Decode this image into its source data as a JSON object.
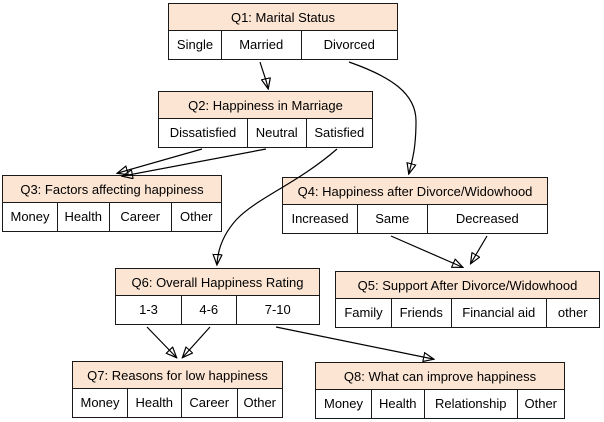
{
  "colors": {
    "background": "#ffffff",
    "node_header_fill": "#fce5d3",
    "node_cell_fill": "#ffffff",
    "border": "#1a1a1a",
    "arrow": "#000000",
    "text": "#000000"
  },
  "nodes": {
    "q1": {
      "title": "Q1: Marital Status",
      "options": [
        "Single",
        "Married",
        "Divorced"
      ]
    },
    "q2": {
      "title": "Q2: Happiness in Marriage",
      "options": [
        "Dissatisfied",
        "Neutral",
        "Satisfied"
      ]
    },
    "q3": {
      "title": "Q3: Factors affecting happiness",
      "options": [
        "Money",
        "Health",
        "Career",
        "Other"
      ]
    },
    "q4": {
      "title": "Q4: Happiness after Divorce/Widowhood",
      "options": [
        "Increased",
        "Same",
        "Decreased"
      ]
    },
    "q5": {
      "title": "Q5: Support After Divorce/Widowhood",
      "options": [
        "Family",
        "Friends",
        "Financial aid",
        "other"
      ]
    },
    "q6": {
      "title": "Q6: Overall Happiness Rating",
      "options": [
        "1-3",
        "4-6",
        "7-10"
      ]
    },
    "q7": {
      "title": "Q7: Reasons for low happiness",
      "options": [
        "Money",
        "Health",
        "Career",
        "Other"
      ]
    },
    "q8": {
      "title": "Q8: What can improve happiness",
      "options": [
        "Money",
        "Health",
        "Relationship",
        "Other"
      ]
    }
  },
  "edges": [
    {
      "from": "q1:Married",
      "to": "q2"
    },
    {
      "from": "q1:Divorced",
      "to": "q4"
    },
    {
      "from": "q2:Dissatisfied",
      "to": "q3"
    },
    {
      "from": "q2:Neutral",
      "to": "q3"
    },
    {
      "from": "q2:Satisfied",
      "to": "q6"
    },
    {
      "from": "q4:Same",
      "to": "q5"
    },
    {
      "from": "q4:Decreased",
      "to": "q5"
    },
    {
      "from": "q6:1-3",
      "to": "q7"
    },
    {
      "from": "q6:4-6",
      "to": "q7"
    },
    {
      "from": "q6:7-10",
      "to": "q8"
    }
  ]
}
